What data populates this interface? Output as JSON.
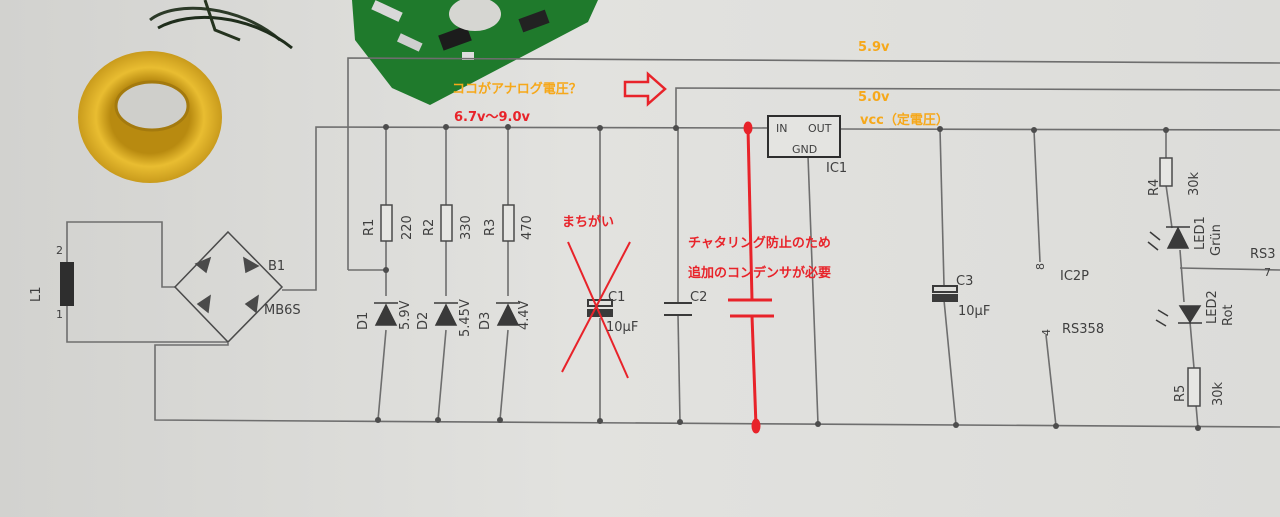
{
  "colors": {
    "wire": "#6e6e6e",
    "ink": "#3f3f3f",
    "red": "#e8232a",
    "orange": "#f6a81a",
    "pcb": "#1f7a2c",
    "toroid": "#e3b62c"
  },
  "annotations": {
    "analog_voltage": "ココがアナログ電圧？",
    "input_range": "6.7v〜9.0v",
    "v59": "5.9v",
    "v50": "5.0v",
    "vcc": "vcc（定電圧）",
    "wrong": "まちがい",
    "chatter_1": "チャタリング防止のため",
    "chatter_2": "追加のコンデンサが必要"
  },
  "components": {
    "L1": {
      "ref": "L1",
      "pin1": "1",
      "pin2": "2"
    },
    "B1": {
      "ref": "B1",
      "value": "MB6S"
    },
    "R1": {
      "ref": "R1",
      "value": "220"
    },
    "R2": {
      "ref": "R2",
      "value": "330"
    },
    "R3": {
      "ref": "R3",
      "value": "470"
    },
    "D1": {
      "ref": "D1",
      "value": "5.9V"
    },
    "D2": {
      "ref": "D2",
      "value": "5.45V"
    },
    "D3": {
      "ref": "D3",
      "value": "4.4V"
    },
    "C1": {
      "ref": "C1",
      "value": "10µF"
    },
    "C2": {
      "ref": "C2"
    },
    "C3": {
      "ref": "C3",
      "value": "10µF"
    },
    "IC1": {
      "ref": "IC1",
      "in": "IN",
      "out": "OUT",
      "gnd": "GND"
    },
    "IC2P": {
      "ref": "IC2P",
      "pin8": "8",
      "pin4": "4",
      "value": "RS358"
    },
    "R4": {
      "ref": "R4",
      "value": "30k"
    },
    "R5": {
      "ref": "R5",
      "value": "30k"
    },
    "LED1": {
      "ref": "LED1",
      "value": "Grün"
    },
    "LED2": {
      "ref": "LED2",
      "value": "Rot"
    },
    "edge": {
      "rs": "RS3",
      "pin": "7"
    }
  }
}
